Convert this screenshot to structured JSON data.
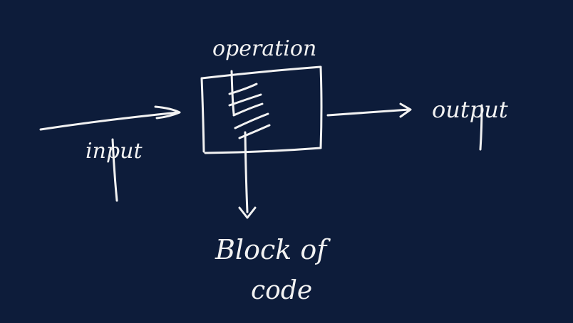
{
  "diagram": {
    "labels": {
      "operation": "operation",
      "input": "input",
      "output": "output",
      "block_line1": "Block of",
      "block_line2": "code"
    },
    "colors": {
      "background": "#0d1c3a",
      "ink": "#f2f2f2"
    }
  }
}
